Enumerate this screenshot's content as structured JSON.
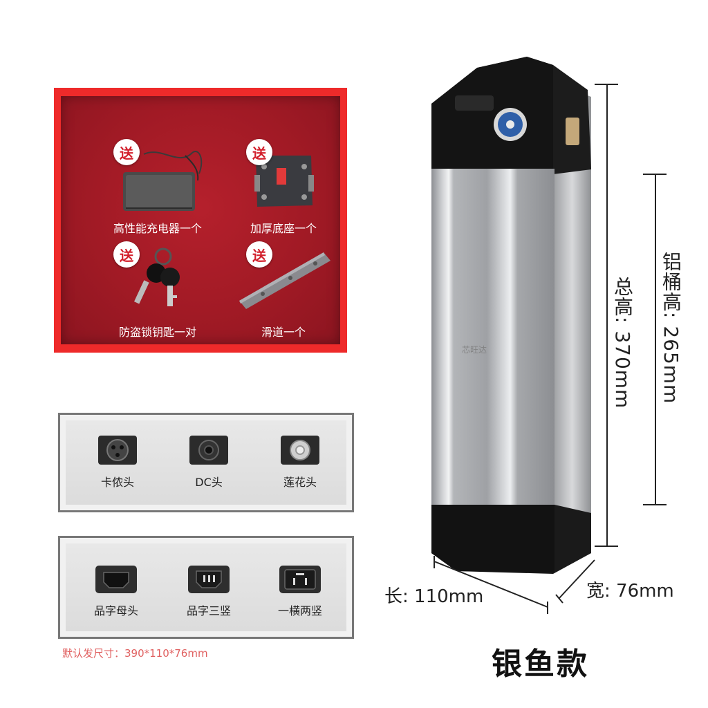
{
  "gifts": {
    "badge": "送",
    "items": [
      {
        "label": "高性能充电器一个",
        "icon": "charger-icon"
      },
      {
        "label": "加厚底座一个",
        "icon": "base-plate-icon"
      },
      {
        "label": "防盗锁钥匙一对",
        "icon": "keys-icon"
      },
      {
        "label": "滑道一个",
        "icon": "slide-rail-icon"
      }
    ]
  },
  "connectors_top": [
    {
      "label": "卡侬头",
      "icon": "xlr-connector-icon"
    },
    {
      "label": "DC头",
      "icon": "dc-connector-icon"
    },
    {
      "label": "莲花头",
      "icon": "rca-connector-icon"
    }
  ],
  "connectors_bottom": [
    {
      "label": "品字母头",
      "icon": "iec-female-connector-icon"
    },
    {
      "label": "品字三竖",
      "icon": "iec-three-pin-connector-icon"
    },
    {
      "label": "一横两竖",
      "icon": "one-horizontal-two-vertical-connector-icon"
    }
  ],
  "note": "默认发尺寸：390*110*76mm",
  "dimensions": {
    "total_height": "总高: 370mm",
    "tube_height": "铝桶高: 265mm",
    "length": "长: 110mm",
    "width": "宽: 76mm"
  },
  "watermark": "芯旺达",
  "model_name": "银鱼款",
  "colors": {
    "gift_red": "#ee2a2a",
    "gift_inner": "#a11a25",
    "note_red": "#e05f5f"
  }
}
